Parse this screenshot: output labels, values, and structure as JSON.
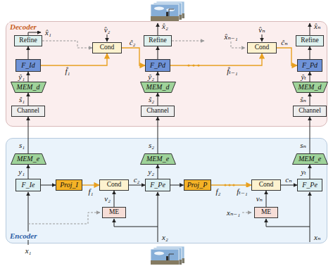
{
  "diagram": {
    "nodes": [
      {
        "text": [
          "Decoder"
        ]
      },
      {
        "text": [
          "Refine"
        ],
        "in": 0
      },
      {
        "text": [
          "F_Id"
        ],
        "in": 0
      },
      {
        "text": [
          "MEM_d"
        ],
        "in": 0
      },
      {
        "text": [
          "Cond"
        ],
        "in": 0
      },
      {
        "text": [
          "Refine"
        ],
        "in": 0
      },
      {
        "text": [
          "F_Pd"
        ],
        "in": 0
      },
      {
        "text": [
          "MEM_d"
        ],
        "in": 0
      },
      {
        "text": [
          "Cond"
        ],
        "in": 0
      },
      {
        "text": [
          "Refine"
        ],
        "in": 0
      },
      {
        "text": [
          "F_Pd"
        ],
        "in": 0
      },
      {
        "text": [
          "MEM_d"
        ],
        "in": 0
      },
      {
        "text": [
          "Channel"
        ],
        "in": 0
      },
      {
        "text": [
          "Channel"
        ],
        "in": 0
      },
      {
        "text": [
          "Channel"
        ],
        "in": 0
      },
      {
        "text": [
          "Encoder"
        ]
      },
      {
        "text": [
          "MEM_e"
        ],
        "in": 15
      },
      {
        "text": [
          "F_Ie"
        ],
        "in": 15
      },
      {
        "text": [
          "Proj_I"
        ],
        "in": 15
      },
      {
        "text": [
          "Cond"
        ],
        "in": 15
      },
      {
        "text": [
          "ME"
        ],
        "in": 15
      },
      {
        "text": [
          "MEM_e"
        ],
        "in": 15
      },
      {
        "text": [
          "F_Pe"
        ],
        "in": 15
      },
      {
        "text": [
          "Proj_P"
        ],
        "in": 15
      },
      {
        "text": [
          "Cond"
        ],
        "in": 15
      },
      {
        "text": [
          "ME"
        ],
        "in": 15
      },
      {
        "text": [
          "MEM_e"
        ],
        "in": 15
      },
      {
        "text": [
          "F_Pe"
        ],
        "in": 15
      }
    ],
    "edges": [
      {
        "from": 12,
        "to": 3,
        "arrow": "to",
        "label": "ŝ₁"
      },
      {
        "from": 3,
        "to": 2,
        "arrow": "to",
        "label": "ŷ₁"
      },
      {
        "from": 2,
        "to": 1,
        "arrow": "to"
      },
      {
        "from": 2,
        "to": 4,
        "arrow": "to",
        "label": "f̂₁"
      },
      {
        "from": 1,
        "to": 4,
        "arrow": "to"
      },
      {
        "from": 4,
        "to": 6,
        "arrow": "to",
        "label": "ĉ₂"
      },
      {
        "from": 13,
        "to": 7,
        "arrow": "to",
        "label": "ŝ₂"
      },
      {
        "from": 7,
        "to": 6,
        "arrow": "to",
        "label": "ŷ₂"
      },
      {
        "from": 6,
        "to": 5,
        "arrow": "to"
      },
      {
        "from": 6,
        "to": 8,
        "arrow": "to",
        "label": "f̂ₜ₋₁"
      },
      {
        "from": 8,
        "to": 10,
        "arrow": "to",
        "label": "ĉₙ"
      },
      {
        "from": 14,
        "to": 11,
        "arrow": "to",
        "label": "ŝₙ"
      },
      {
        "from": 11,
        "to": 10,
        "arrow": "to",
        "label": "ŷₜ"
      },
      {
        "from": 10,
        "to": 9,
        "arrow": "to"
      },
      {
        "from": 16,
        "to": 12,
        "arrow": "to",
        "label": "s₁"
      },
      {
        "from": 17,
        "to": 16,
        "arrow": "to",
        "label": "y₁"
      },
      {
        "from": 17,
        "to": 18,
        "arrow": "to"
      },
      {
        "from": 18,
        "to": 19,
        "arrow": "to",
        "label": "f₁"
      },
      {
        "from": 19,
        "to": 22,
        "arrow": "to",
        "label": "c₂"
      },
      {
        "from": 20,
        "to": 19,
        "arrow": "to",
        "label": "v₂"
      },
      {
        "from": 22,
        "to": 23,
        "arrow": "to"
      },
      {
        "from": 23,
        "to": 24,
        "arrow": "to"
      },
      {
        "from": 24,
        "to": 27,
        "arrow": "to",
        "label": "cₙ"
      },
      {
        "from": 25,
        "to": 24,
        "arrow": "to",
        "label": "vₙ"
      },
      {
        "from": 21,
        "to": 13,
        "arrow": "to",
        "label": "s₂"
      },
      {
        "from": 22,
        "to": 21,
        "arrow": "to",
        "label": "y₂"
      },
      {
        "from": 26,
        "to": 14,
        "arrow": "to",
        "label": "sₙ"
      },
      {
        "from": 27,
        "to": 26,
        "arrow": "to",
        "label": "yₜ"
      }
    ],
    "labels": [
      "x̂₁",
      "x̂₂",
      "x̂ₙ₋₁",
      "x̂ₙ",
      "v̂₂",
      "v̂ₙ",
      "f₂",
      "fₜ₋₁",
      "x₁",
      "x₂",
      "xₙ₋₁",
      "xₙ"
    ]
  }
}
